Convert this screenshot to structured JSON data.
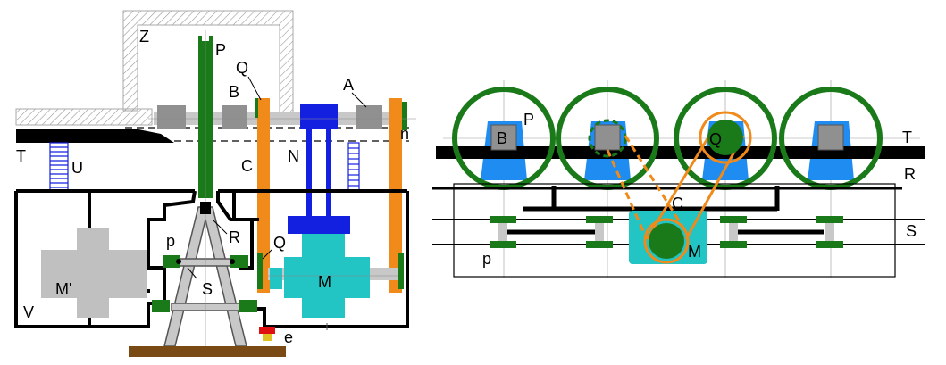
{
  "left_view": {
    "labels": {
      "Z": "Z",
      "P": "P",
      "Q_top": "Q",
      "B": "B",
      "A": "A",
      "n": "n",
      "T": "T",
      "U": "U",
      "C": "C",
      "N": "N",
      "R": "R",
      "p": "p",
      "Q_mid": "Q",
      "S": "S",
      "M_prime": "M'",
      "M": "M",
      "V": "V",
      "e": "e"
    }
  },
  "right_view": {
    "labels": {
      "B": "B",
      "P": "P",
      "Q": "Q",
      "T": "T",
      "R": "R",
      "C": "C",
      "M": "M",
      "S": "S",
      "p": "p"
    }
  },
  "colors": {
    "green": "#1a7a1a",
    "orange": "#f08a1a",
    "blue": "#1420e0",
    "light_blue": "#1e8cf0",
    "cyan": "#22c4c4",
    "gray": "#a0a0a0",
    "dark_gray": "#808080",
    "brown": "#7a4a14",
    "red": "#e01010",
    "black": "#000000"
  }
}
